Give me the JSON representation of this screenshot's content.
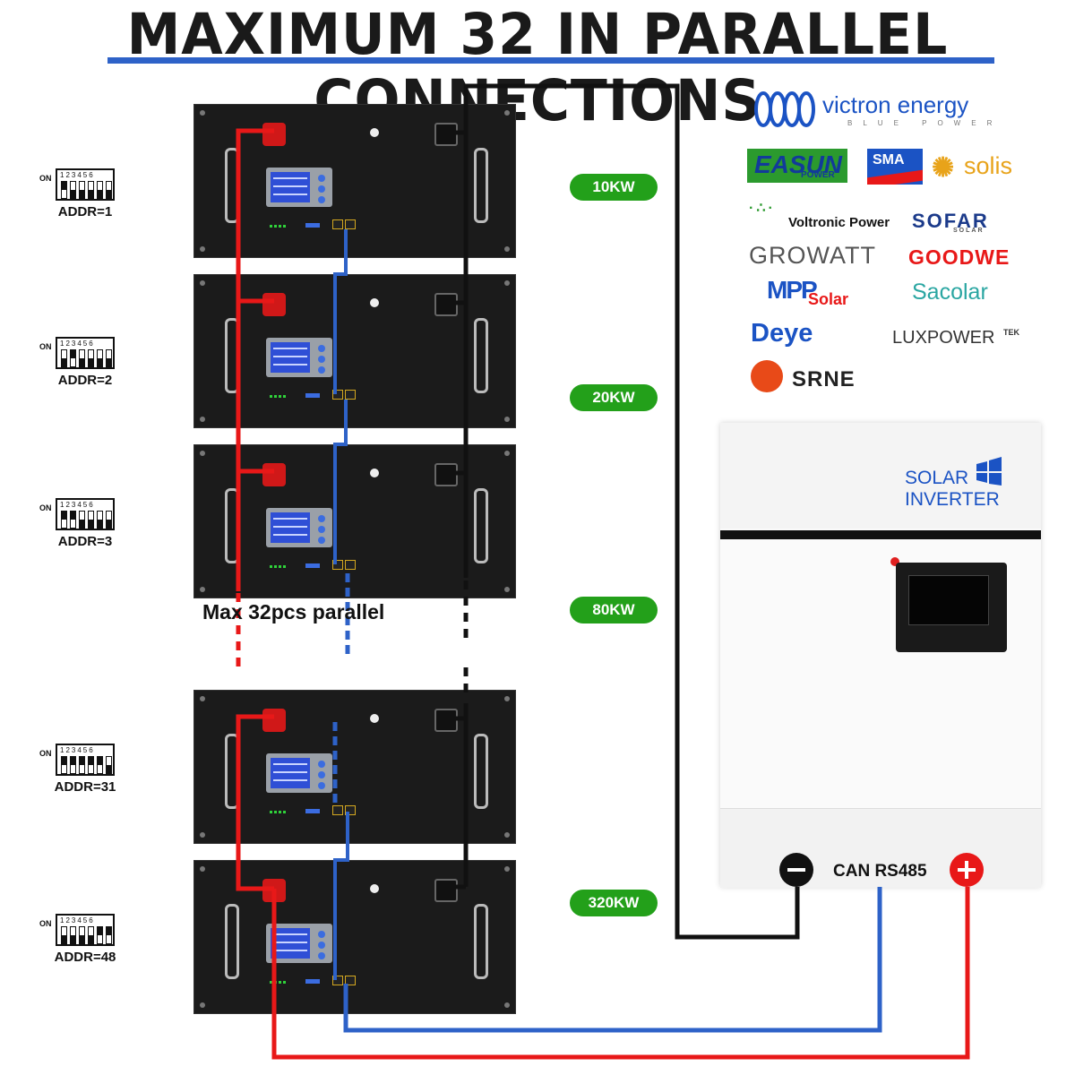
{
  "title": "MAXIMUM 32 IN PARALLEL CONNECTIONS",
  "max_label": "Max 32pcs parallel",
  "power_levels": [
    "10KW",
    "20KW",
    "80KW",
    "320KW"
  ],
  "addresses": [
    {
      "label": "ADDR=1",
      "switches": [
        1,
        0,
        0,
        0,
        0,
        0
      ]
    },
    {
      "label": "ADDR=2",
      "switches": [
        0,
        1,
        0,
        0,
        0,
        0
      ]
    },
    {
      "label": "ADDR=3",
      "switches": [
        1,
        1,
        0,
        0,
        0,
        0
      ]
    },
    {
      "label": "ADDR=31",
      "switches": [
        1,
        1,
        1,
        1,
        1,
        0
      ]
    },
    {
      "label": "ADDR=48",
      "switches": [
        0,
        0,
        0,
        0,
        1,
        1
      ]
    }
  ],
  "dip_on": "ON",
  "dip_numbers": "123456",
  "inverter": {
    "line1": "SOLAR",
    "line2": "INVERTER",
    "can_label": "CAN RS485"
  },
  "brands": {
    "victron": "victron energy",
    "victron_sub": "BLUE POWER",
    "easun": "EASUN",
    "easun_sub": "POWER",
    "sma": "SMA",
    "solis": "solis",
    "voltronic": "Voltronic Power",
    "sofar": "SOFAR",
    "sofar_sub": "SOLAR",
    "growatt": "GROWATT",
    "goodwe": "GOODWE",
    "mpp": "MPP",
    "mpp_sub": "Solar",
    "sacolar": "Sacolar",
    "deye": "Deye",
    "luxpower": "LUXPOWER",
    "luxpower_sup": "TEK",
    "srne": "SRNE"
  },
  "colors": {
    "positive": "#e81818",
    "negative": "#111111",
    "can": "#2e62c8",
    "power_badge": "#23a01a"
  }
}
